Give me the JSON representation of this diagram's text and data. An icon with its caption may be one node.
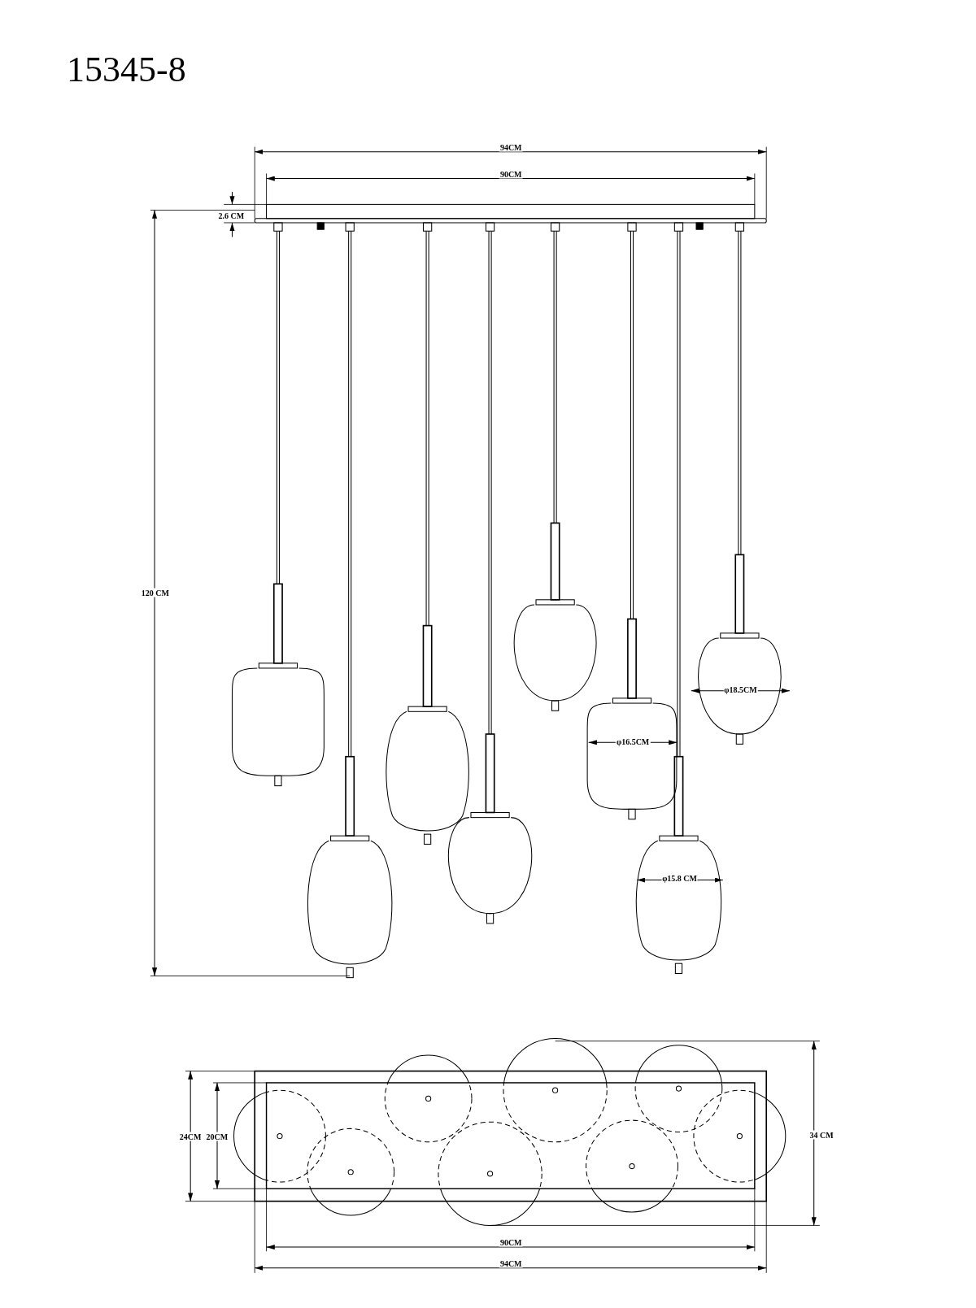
{
  "diagram": {
    "title": "15345-8",
    "labels": [
      "94CM",
      "90CM",
      "2.6 CM",
      "120 CM",
      "φ18.5CM",
      "φ16.5CM",
      "φ15.8 CM",
      "24CM",
      "20CM",
      "34 CM",
      "90CM",
      "94CM"
    ]
  }
}
